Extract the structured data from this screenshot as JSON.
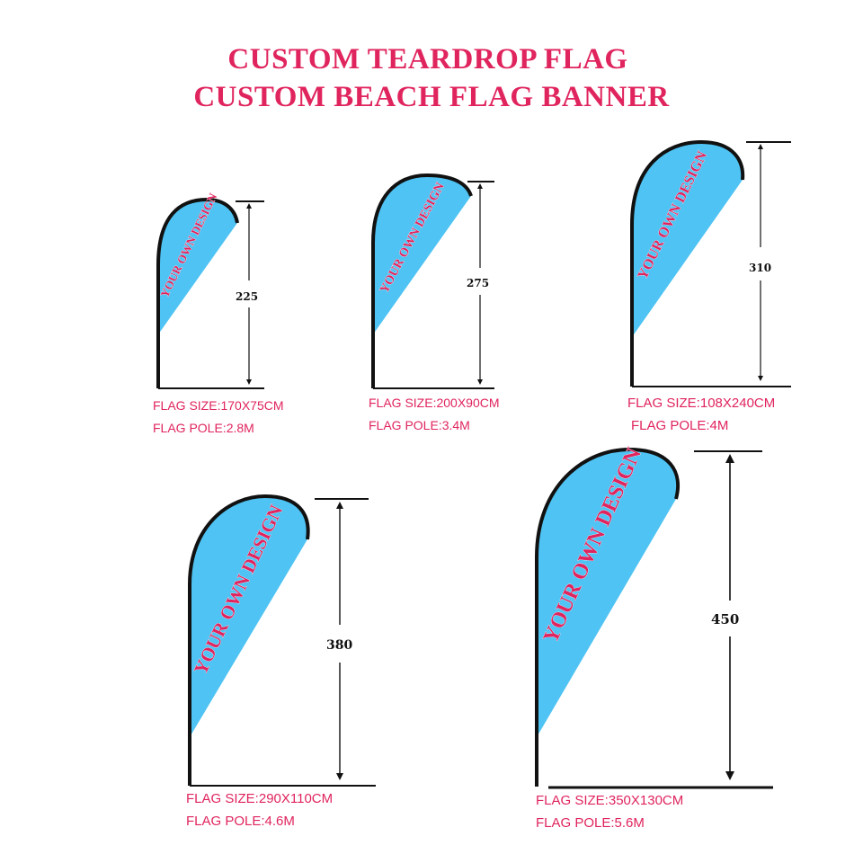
{
  "heading": {
    "line1": "CUSTOM TEARDROP FLAG",
    "line2": "CUSTOM BEACH FLAG BANNER"
  },
  "colors": {
    "accent": "#e0245e",
    "flag_fill": "#4fc3f3",
    "outline": "#111111"
  },
  "flags": [
    {
      "height_label": "225",
      "design_text": "YOUR OWN DESIGN",
      "size_text": "FLAG SIZE:170X75CM",
      "pole_text": "FLAG POLE:2.8M"
    },
    {
      "height_label": "275",
      "design_text": "YOUR OWN DESIGN",
      "size_text": "FLAG SIZE:200X90CM",
      "pole_text": "FLAG POLE:3.4M"
    },
    {
      "height_label": "310",
      "design_text": "YOUR OWN DESIGN",
      "size_text": "FLAG SIZE:108X240CM",
      "pole_text": "FLAG POLE:4M"
    },
    {
      "height_label": "380",
      "design_text": "YOUR OWN DESIGN",
      "size_text": "FLAG SIZE:290X110CM",
      "pole_text": "FLAG POLE:4.6M"
    },
    {
      "height_label": "450",
      "design_text": "YOUR OWN DESIGN",
      "size_text": "FLAG SIZE:350X130CM",
      "pole_text": "FLAG POLE:5.6M"
    }
  ]
}
